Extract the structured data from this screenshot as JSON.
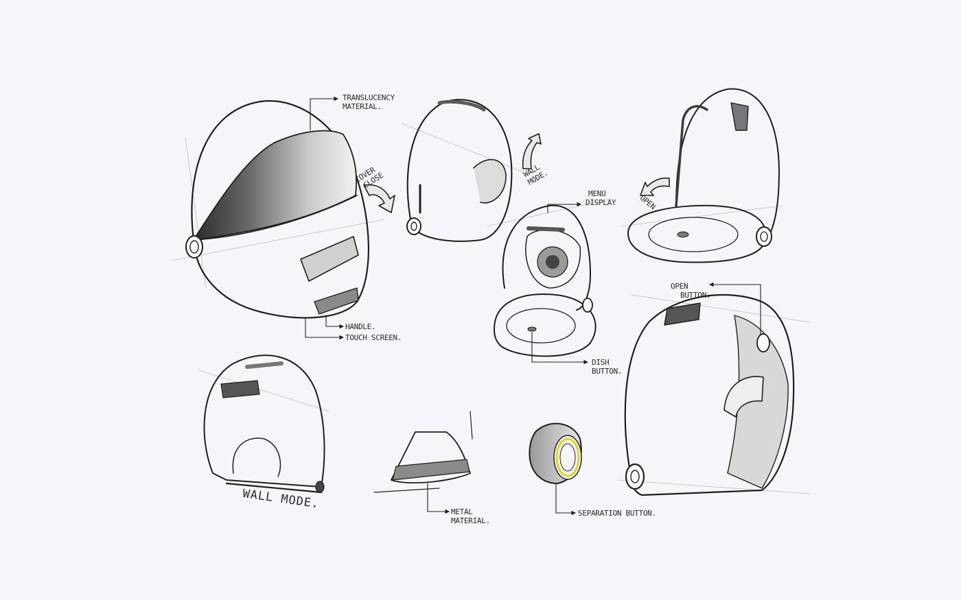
{
  "sheet": {
    "background": "#f5f6f9",
    "ink_color": "#1e1e1e",
    "accent_color": "#e3d21a",
    "title": "Product sketch sheet — wall-mountable dish device"
  },
  "views": [
    {
      "id": "main-perspective",
      "description": "Helmet-shaped device with translucent cover, side knob, handle and touch screen"
    },
    {
      "id": "closed-side",
      "description": "Closed device in side perspective"
    },
    {
      "id": "open-front",
      "description": "Open device showing menu display and dish"
    },
    {
      "id": "open-side",
      "description": "Opened device lying flat"
    },
    {
      "id": "wall-mode-rear",
      "description": "Rear view in wall mode"
    },
    {
      "id": "metal-detail",
      "description": "Close-up of metal band"
    },
    {
      "id": "separation-button-detail",
      "description": "Close-up of separation button with yellow ring"
    },
    {
      "id": "large-closed",
      "description": "Large closed view with open button"
    }
  ],
  "labels": {
    "translucency": [
      "TRANSLUCENCY",
      "MATERIAL."
    ],
    "cover_close": [
      "COVER",
      "CLOSE"
    ],
    "wall_mode_arrow": [
      "WALL",
      "MODE."
    ],
    "menu_display": [
      "MENU",
      "DISPLAY"
    ],
    "open_arrow": "OPEN",
    "handle": "HANDLE.",
    "touch_screen": "TOUCH SCREEN.",
    "open_button": [
      "OPEN",
      "BUTTON."
    ],
    "dish_button": [
      "DISH",
      "BUTTON."
    ],
    "wall_mode_caption": "WALL MODE.",
    "metal_material": [
      "METAL",
      "MATERIAL."
    ],
    "separation_button": "SEPARATION BUTTON."
  }
}
